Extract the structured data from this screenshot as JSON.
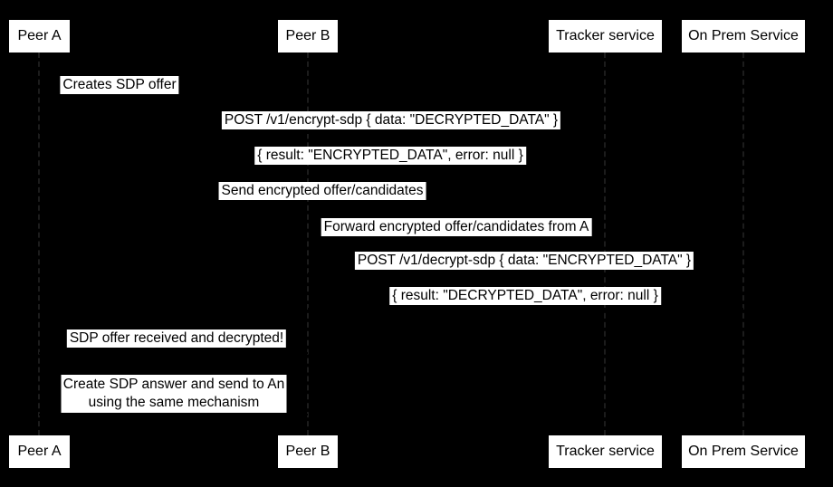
{
  "diagram": {
    "type": "sequence-diagram",
    "colors": {
      "background": "#000000",
      "box_fill": "#ffffff",
      "box_text": "#000000",
      "lifeline": "#1c1c1c"
    },
    "participants": [
      {
        "id": "peer-a",
        "label": "Peer A"
      },
      {
        "id": "peer-b",
        "label": "Peer B"
      },
      {
        "id": "tracker",
        "label": "Tracker service"
      },
      {
        "id": "onprem",
        "label": "On Prem Service"
      }
    ],
    "messages": [
      {
        "label": "Creates SDP offer",
        "from": "Peer A",
        "to": "Peer A",
        "kind": "self"
      },
      {
        "label": "POST /v1/encrypt-sdp { data: \"DECRYPTED_DATA\" }",
        "from": "Peer A",
        "to": "On Prem Service",
        "kind": "request"
      },
      {
        "label": "{ result: \"ENCRYPTED_DATA\", error: null }",
        "from": "On Prem Service",
        "to": "Peer A",
        "kind": "reply"
      },
      {
        "label": "Send encrypted offer/candidates",
        "from": "Peer A",
        "to": "Tracker service",
        "kind": "request"
      },
      {
        "label": "Forward encrypted offer/candidates from A",
        "from": "Tracker service",
        "to": "Peer B",
        "kind": "request"
      },
      {
        "label": "POST /v1/decrypt-sdp { data: \"ENCRYPTED_DATA\" }",
        "from": "Peer B",
        "to": "On Prem Service",
        "kind": "request"
      },
      {
        "label": "{ result: \"DECRYPTED_DATA\", error: null }",
        "from": "On Prem Service",
        "to": "Peer B",
        "kind": "reply"
      },
      {
        "label": "SDP offer received and decrypted!",
        "from": "Peer B",
        "to": "Peer A",
        "kind": "request"
      },
      {
        "lines": [
          "Create SDP answer and send to An",
          "using the same mechanism"
        ],
        "from": "Peer A",
        "to": "Peer B",
        "kind": "message"
      }
    ]
  }
}
